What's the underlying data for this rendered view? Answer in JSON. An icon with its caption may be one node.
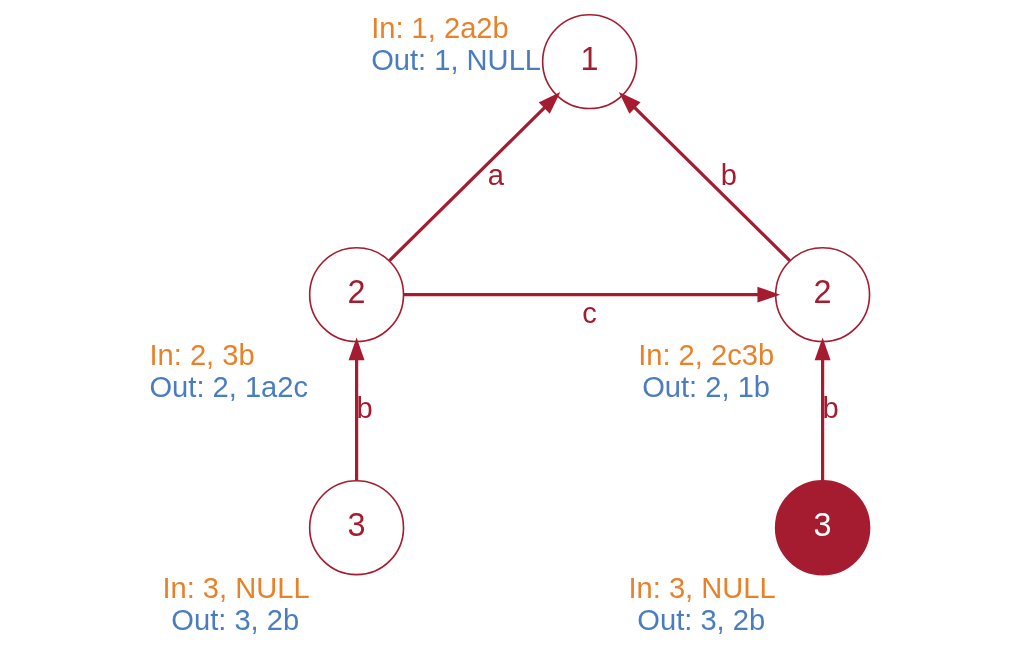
{
  "diagram": {
    "nodes": [
      {
        "text": [
          "1"
        ],
        "beside": [
          "In: 1, 2a2b",
          "Out: 1, NULL"
        ]
      },
      {
        "text": [
          "2"
        ],
        "beside": [
          "In: 2, 3b",
          "Out: 2, 1a2c"
        ]
      },
      {
        "text": [
          "2"
        ],
        "beside": [
          "In: 2, 2c3b",
          "Out: 2, 1b"
        ]
      },
      {
        "text": [
          "3"
        ],
        "beside": [
          "In: 3, NULL",
          "Out: 3, 2b"
        ]
      },
      {
        "text": [
          "3"
        ],
        "beside": [
          "In: 3, NULL",
          "Out: 3, 2b"
        ]
      }
    ],
    "edges": [
      {
        "from": 1,
        "to": 0,
        "arrow": "to",
        "label": "a"
      },
      {
        "from": 2,
        "to": 0,
        "arrow": "to",
        "label": "b"
      },
      {
        "from": 1,
        "to": 2,
        "arrow": "to",
        "label": "c"
      },
      {
        "from": 3,
        "to": 1,
        "arrow": "to",
        "label": "b"
      },
      {
        "from": 4,
        "to": 2,
        "arrow": "to",
        "label": "b"
      }
    ]
  }
}
